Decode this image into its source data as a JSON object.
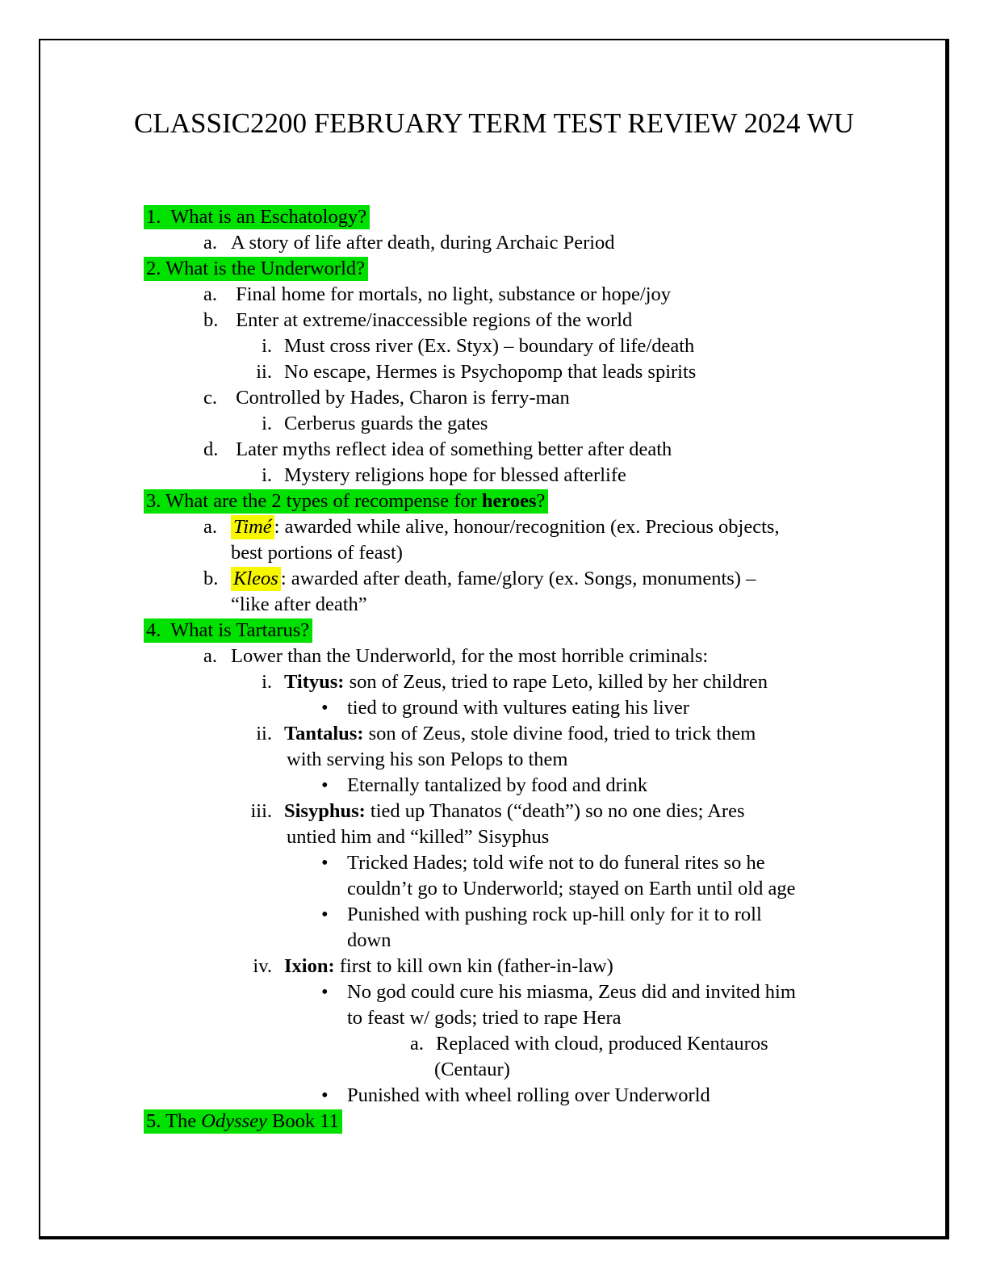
{
  "title": "CLASSIC2200 FEBRUARY TERM TEST REVIEW 2024 WU",
  "colors": {
    "highlight_green": "#00e100",
    "highlight_yellow": "#f7f700",
    "text": "#000000",
    "border": "#000000"
  },
  "document": {
    "lines": [
      {
        "type": "q",
        "hl": "green",
        "segments": [
          {
            "t": "1.  What is an Eschatology?"
          }
        ]
      },
      {
        "type": "a",
        "marker": "a.",
        "segments": [
          {
            "t": "A story of life after death, during Archaic Period"
          }
        ]
      },
      {
        "type": "q",
        "hl": "green",
        "segments": [
          {
            "t": "2. What is the Underworld?"
          }
        ]
      },
      {
        "type": "a",
        "marker": "a.",
        "segments": [
          {
            "t": " Final home for mortals, no light, substance or hope/joy"
          }
        ]
      },
      {
        "type": "a",
        "marker": "b.",
        "segments": [
          {
            "t": " Enter at extreme/inaccessible regions of the world"
          }
        ]
      },
      {
        "type": "r",
        "marker": "i.",
        "segments": [
          {
            "t": "Must cross river (Ex. Styx) – boundary of life/death"
          }
        ]
      },
      {
        "type": "r",
        "marker": "ii.",
        "segments": [
          {
            "t": "No escape, Hermes is Psychopomp that leads spirits"
          }
        ]
      },
      {
        "type": "a",
        "marker": "c.",
        "segments": [
          {
            "t": " Controlled by Hades, Charon is ferry-man"
          }
        ]
      },
      {
        "type": "r",
        "marker": "i.",
        "segments": [
          {
            "t": "Cerberus guards the gates"
          }
        ]
      },
      {
        "type": "a",
        "marker": "d.",
        "segments": [
          {
            "t": " Later myths reflect idea of something better after death"
          }
        ]
      },
      {
        "type": "r",
        "marker": "i.",
        "segments": [
          {
            "t": "Mystery religions hope for blessed afterlife"
          }
        ]
      },
      {
        "type": "q",
        "hl": "green",
        "segments": [
          {
            "t": "3. What are the 2 types of recompense for "
          },
          {
            "t": "heroes",
            "b": true
          },
          {
            "t": "?"
          }
        ]
      },
      {
        "type": "a",
        "marker": "a.",
        "segments": [
          {
            "t": "Timé",
            "i": true,
            "hl": "yellow"
          },
          {
            "t": ": awarded while alive, honour/recognition (ex. Precious objects,"
          }
        ]
      },
      {
        "type": "cont",
        "of": "a",
        "segments": [
          {
            "t": "best portions of feast)"
          }
        ]
      },
      {
        "type": "a",
        "marker": "b.",
        "segments": [
          {
            "t": "Kleos",
            "i": true,
            "hl": "yellow"
          },
          {
            "t": ": awarded after death, fame/glory (ex. Songs, monuments) –"
          }
        ]
      },
      {
        "type": "cont",
        "of": "a",
        "segments": [
          {
            "t": "“like after death”"
          }
        ]
      },
      {
        "type": "q",
        "hl": "green",
        "segments": [
          {
            "t": "4.  What is Tartarus?"
          }
        ]
      },
      {
        "type": "a",
        "marker": "a.",
        "segments": [
          {
            "t": "Lower than the Underworld, for the most horrible criminals:"
          }
        ]
      },
      {
        "type": "r",
        "marker": "i.",
        "segments": [
          {
            "t": "Tityus:",
            "b": true
          },
          {
            "t": " son of Zeus, tried to rape Leto, killed by her children"
          }
        ]
      },
      {
        "type": "b",
        "marker": "•",
        "segments": [
          {
            "t": "tied to ground with vultures eating his liver"
          }
        ]
      },
      {
        "type": "r",
        "marker": "ii.",
        "segments": [
          {
            "t": "Tantalus:",
            "b": true
          },
          {
            "t": " son of Zeus, stole divine food, tried to trick them"
          }
        ]
      },
      {
        "type": "cont",
        "of": "r",
        "segments": [
          {
            "t": "with serving his son Pelops to them"
          }
        ]
      },
      {
        "type": "b",
        "marker": "•",
        "segments": [
          {
            "t": "Eternally tantalized by food and drink"
          }
        ]
      },
      {
        "type": "r",
        "marker": "iii.",
        "segments": [
          {
            "t": "Sisyphus:",
            "b": true
          },
          {
            "t": " tied up Thanatos (“death”) so no one dies; Ares"
          }
        ]
      },
      {
        "type": "cont",
        "of": "r",
        "segments": [
          {
            "t": "untied him and “killed” Sisyphus"
          }
        ]
      },
      {
        "type": "b",
        "marker": "•",
        "segments": [
          {
            "t": "Tricked Hades; told wife not to do funeral rites so he"
          }
        ]
      },
      {
        "type": "cont",
        "of": "b",
        "segments": [
          {
            "t": "couldn’t go to Underworld; stayed on Earth until old age"
          }
        ]
      },
      {
        "type": "b",
        "marker": "•",
        "segments": [
          {
            "t": "Punished with pushing rock up-hill only for it to roll"
          }
        ]
      },
      {
        "type": "cont",
        "of": "b",
        "segments": [
          {
            "t": "down"
          }
        ]
      },
      {
        "type": "r",
        "marker": "iv.",
        "segments": [
          {
            "t": "Ixion:",
            "b": true
          },
          {
            "t": " first to kill own kin (father-in-law)"
          }
        ]
      },
      {
        "type": "b",
        "marker": "•",
        "segments": [
          {
            "t": "No god could cure his miasma, Zeus did and invited him"
          }
        ]
      },
      {
        "type": "cont",
        "of": "b",
        "segments": [
          {
            "t": "to feast w/ gods; tried to rape Hera"
          }
        ]
      },
      {
        "type": "s",
        "marker": "a.",
        "segments": [
          {
            "t": "Replaced with cloud, produced Kentauros"
          }
        ]
      },
      {
        "type": "cont",
        "of": "s",
        "segments": [
          {
            "t": "(Centaur)"
          }
        ]
      },
      {
        "type": "b",
        "marker": "•",
        "segments": [
          {
            "t": "Punished with wheel rolling over Underworld"
          }
        ]
      },
      {
        "type": "q",
        "hl": "green",
        "segments": [
          {
            "t": "5. The "
          },
          {
            "t": "Odyssey",
            "i": true
          },
          {
            "t": " Book 11"
          }
        ]
      }
    ]
  }
}
